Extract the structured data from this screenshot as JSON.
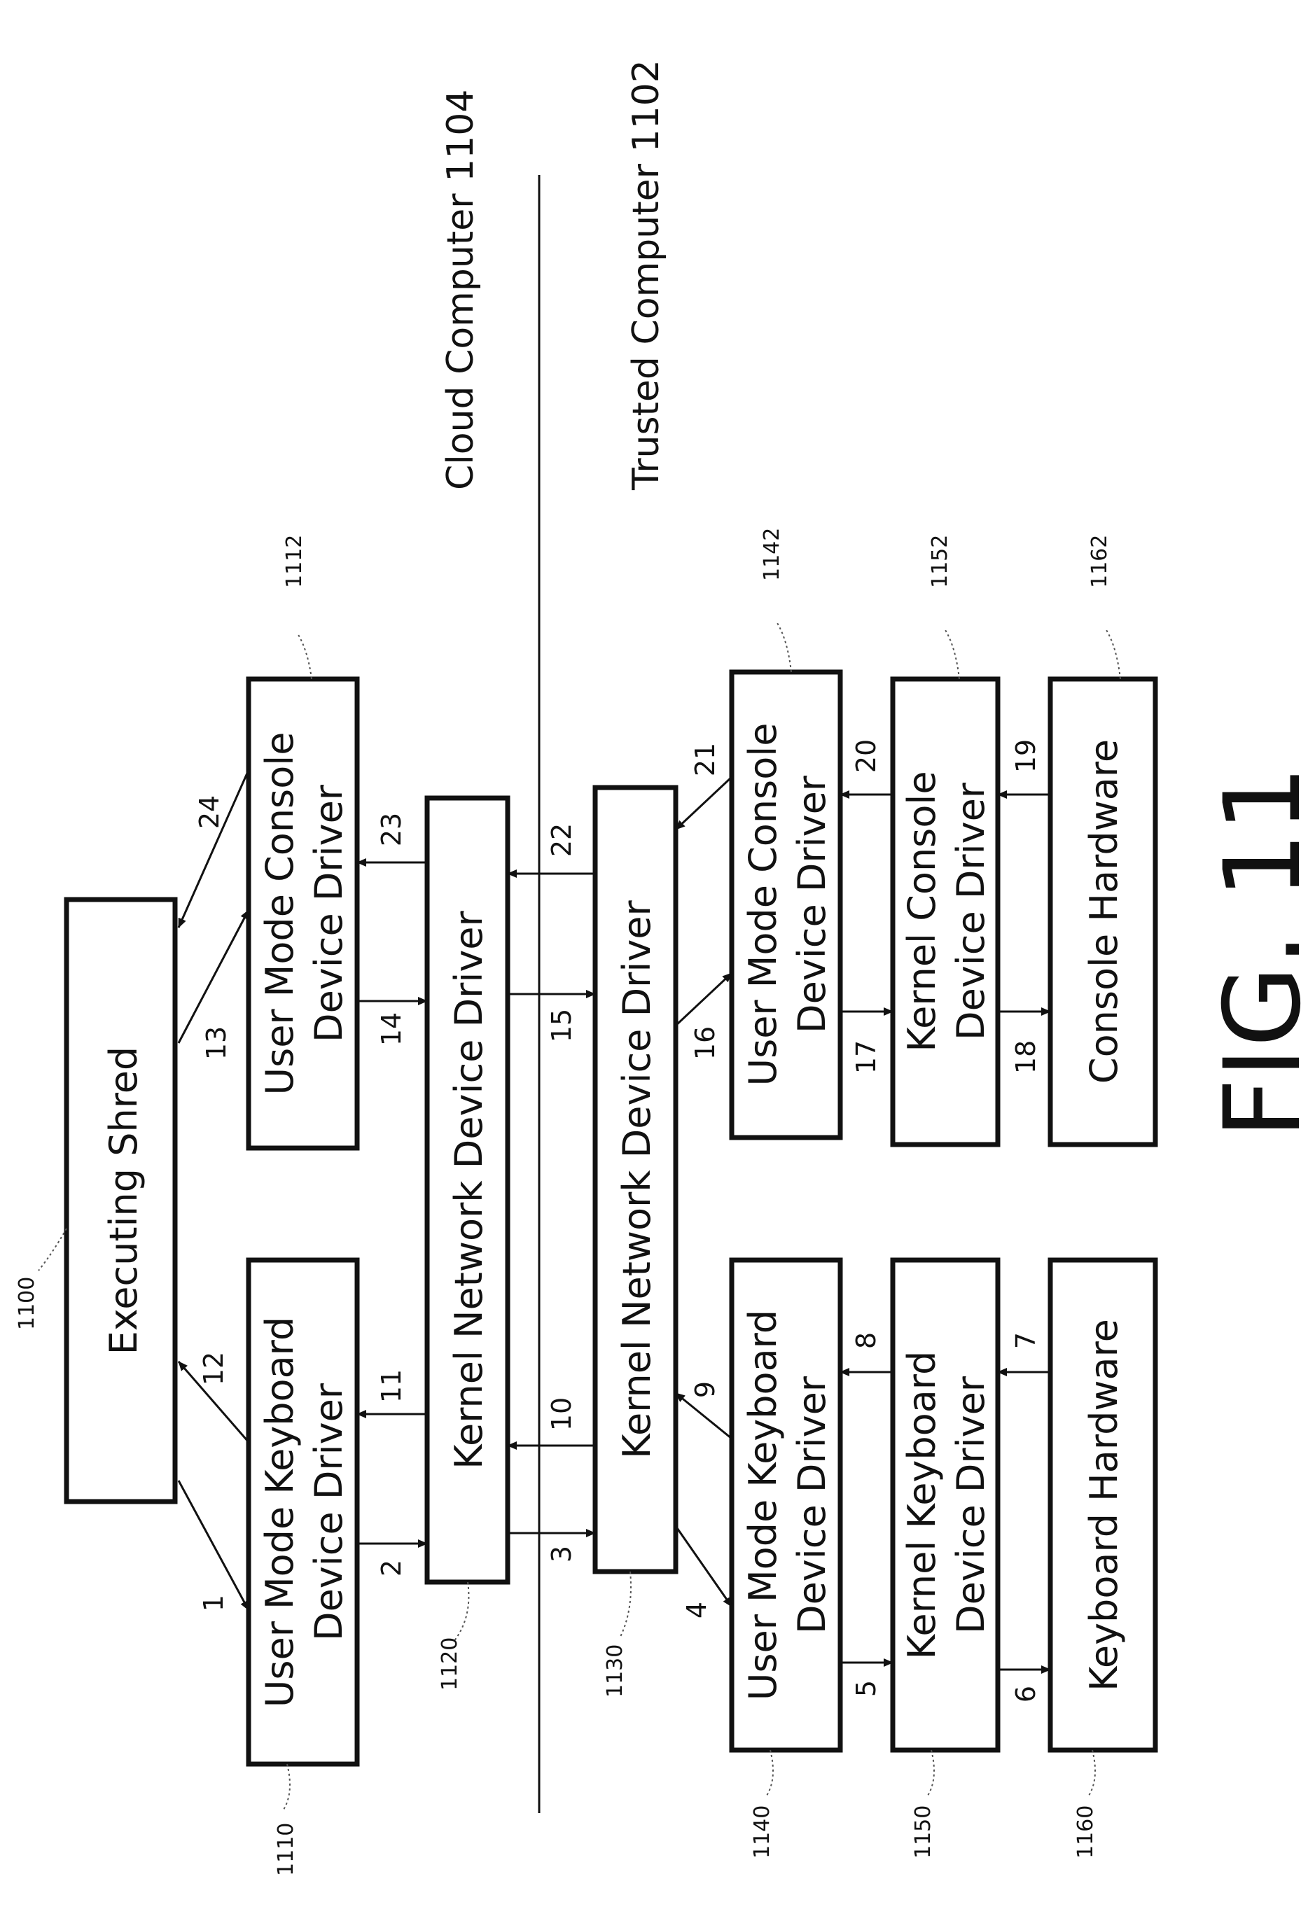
{
  "regions": {
    "cloud": "Cloud Computer 1104",
    "trusted": "Trusted Computer 1102"
  },
  "figure_label": "FIG. 11",
  "boxes": {
    "executing_shred": "Executing Shred",
    "cloud_um_keyboard": [
      "User Mode Keyboard",
      "Device Driver"
    ],
    "cloud_um_console": [
      "User Mode Console",
      "Device Driver"
    ],
    "cloud_kernel_network": "Kernel Network Device Driver",
    "trusted_kernel_network": "Kernel Network Device Driver",
    "trusted_um_keyboard": [
      "User Mode Keyboard",
      "Device Driver"
    ],
    "trusted_um_console": [
      "User Mode Console",
      "Device Driver"
    ],
    "kernel_keyboard": [
      "Kernel Keyboard",
      "Device Driver"
    ],
    "kernel_console": [
      "Kernel Console",
      "Device Driver"
    ],
    "keyboard_hardware": "Keyboard Hardware",
    "console_hardware": "Console Hardware"
  },
  "refs": {
    "executing_shred": "1100",
    "cloud_um_keyboard": "1110",
    "cloud_um_console": "1112",
    "cloud_kernel_network": "1120",
    "trusted_kernel_network": "1130",
    "trusted_um_keyboard": "1140",
    "trusted_um_console": "1142",
    "kernel_keyboard": "1150",
    "kernel_console": "1152",
    "keyboard_hardware": "1160",
    "console_hardware": "1162"
  },
  "steps": [
    "1",
    "2",
    "3",
    "4",
    "5",
    "6",
    "7",
    "8",
    "9",
    "10",
    "11",
    "12",
    "13",
    "14",
    "15",
    "16",
    "17",
    "18",
    "19",
    "20",
    "21",
    "22",
    "23",
    "24"
  ]
}
